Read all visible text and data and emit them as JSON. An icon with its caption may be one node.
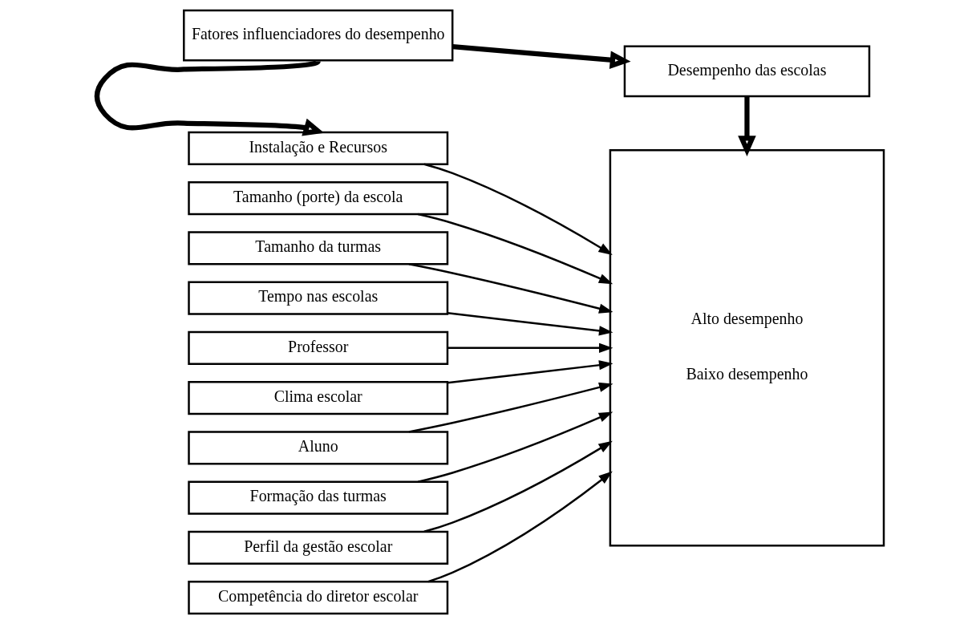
{
  "diagram": {
    "nodes": [
      {
        "text": [
          "Fatores influenciadores do desempenho"
        ]
      },
      {
        "text": [
          "Desempenho das escolas"
        ]
      },
      {
        "text": [
          "Instalação e Recursos"
        ]
      },
      {
        "text": [
          "Tamanho (porte) da escola"
        ]
      },
      {
        "text": [
          "Tamanho da turmas"
        ]
      },
      {
        "text": [
          "Tempo nas escolas"
        ]
      },
      {
        "text": [
          "Professor"
        ]
      },
      {
        "text": [
          "Clima escolar"
        ]
      },
      {
        "text": [
          "Aluno"
        ]
      },
      {
        "text": [
          "Formação das turmas"
        ]
      },
      {
        "text": [
          "Perfil da gestão escolar"
        ]
      },
      {
        "text": [
          "Competência do diretor escolar"
        ]
      },
      {
        "text": [
          "Alto desempenho",
          "Baixo desempenho"
        ]
      }
    ],
    "edges": [
      {
        "from": 0,
        "to": 1,
        "arrow": "to",
        "style": "thick"
      },
      {
        "from": 0,
        "to": 2,
        "arrow": "to",
        "style": "thick"
      },
      {
        "from": 1,
        "to": 12,
        "arrow": "to",
        "style": "thick"
      },
      {
        "from": 2,
        "to": 12,
        "arrow": "to"
      },
      {
        "from": 3,
        "to": 12,
        "arrow": "to"
      },
      {
        "from": 4,
        "to": 12,
        "arrow": "to"
      },
      {
        "from": 5,
        "to": 12,
        "arrow": "to"
      },
      {
        "from": 6,
        "to": 12,
        "arrow": "to"
      },
      {
        "from": 7,
        "to": 12,
        "arrow": "to"
      },
      {
        "from": 8,
        "to": 12,
        "arrow": "to"
      },
      {
        "from": 9,
        "to": 12,
        "arrow": "to"
      },
      {
        "from": 10,
        "to": 12,
        "arrow": "to"
      },
      {
        "from": 11,
        "to": 12,
        "arrow": "to"
      }
    ]
  }
}
